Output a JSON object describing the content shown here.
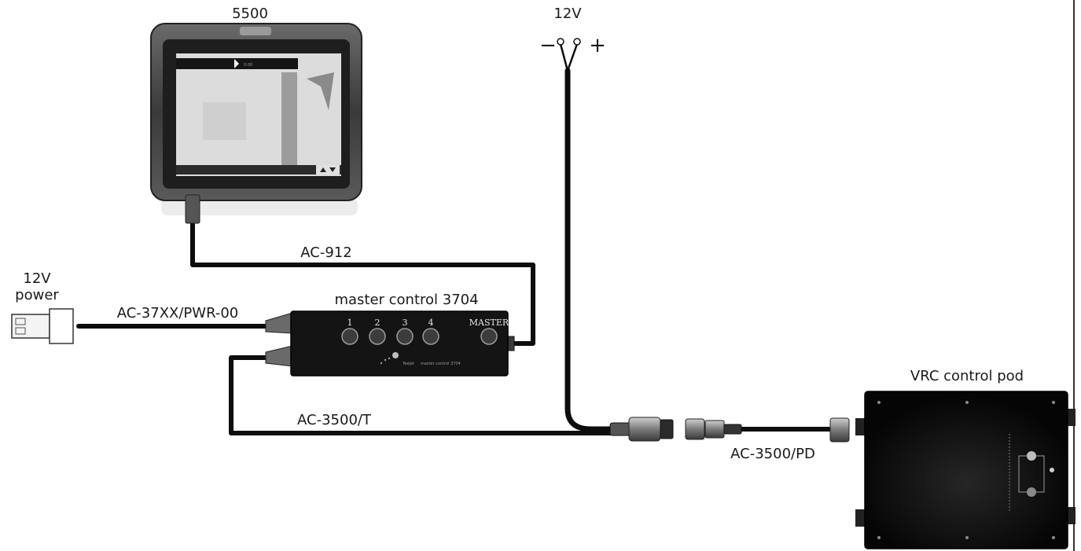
{
  "devices": {
    "display": {
      "label": "5500",
      "screen_readout": "0.00"
    },
    "master_control": {
      "label": "master control 3704",
      "buttons": [
        "1",
        "2",
        "3",
        "4",
        "MASTER"
      ],
      "brand_text": "TeeJet",
      "model_text": "master control 3704"
    },
    "power": {
      "label_line1": "12V",
      "label_line2": "power"
    },
    "battery": {
      "label": "12V",
      "minus": "−",
      "plus": "+"
    },
    "vrc_pod": {
      "label": "VRC control pod"
    }
  },
  "cables": {
    "display_to_master": "AC-912",
    "power_to_master": "AC-37XX/PWR-00",
    "master_to_connector": "AC-3500/T",
    "connector_to_pod": "AC-3500/PD"
  },
  "colors": {
    "cable": "#0d0d0d",
    "device_body": "#141414",
    "bezel": "#2a2a2a",
    "screen": "#d9d9d9"
  }
}
